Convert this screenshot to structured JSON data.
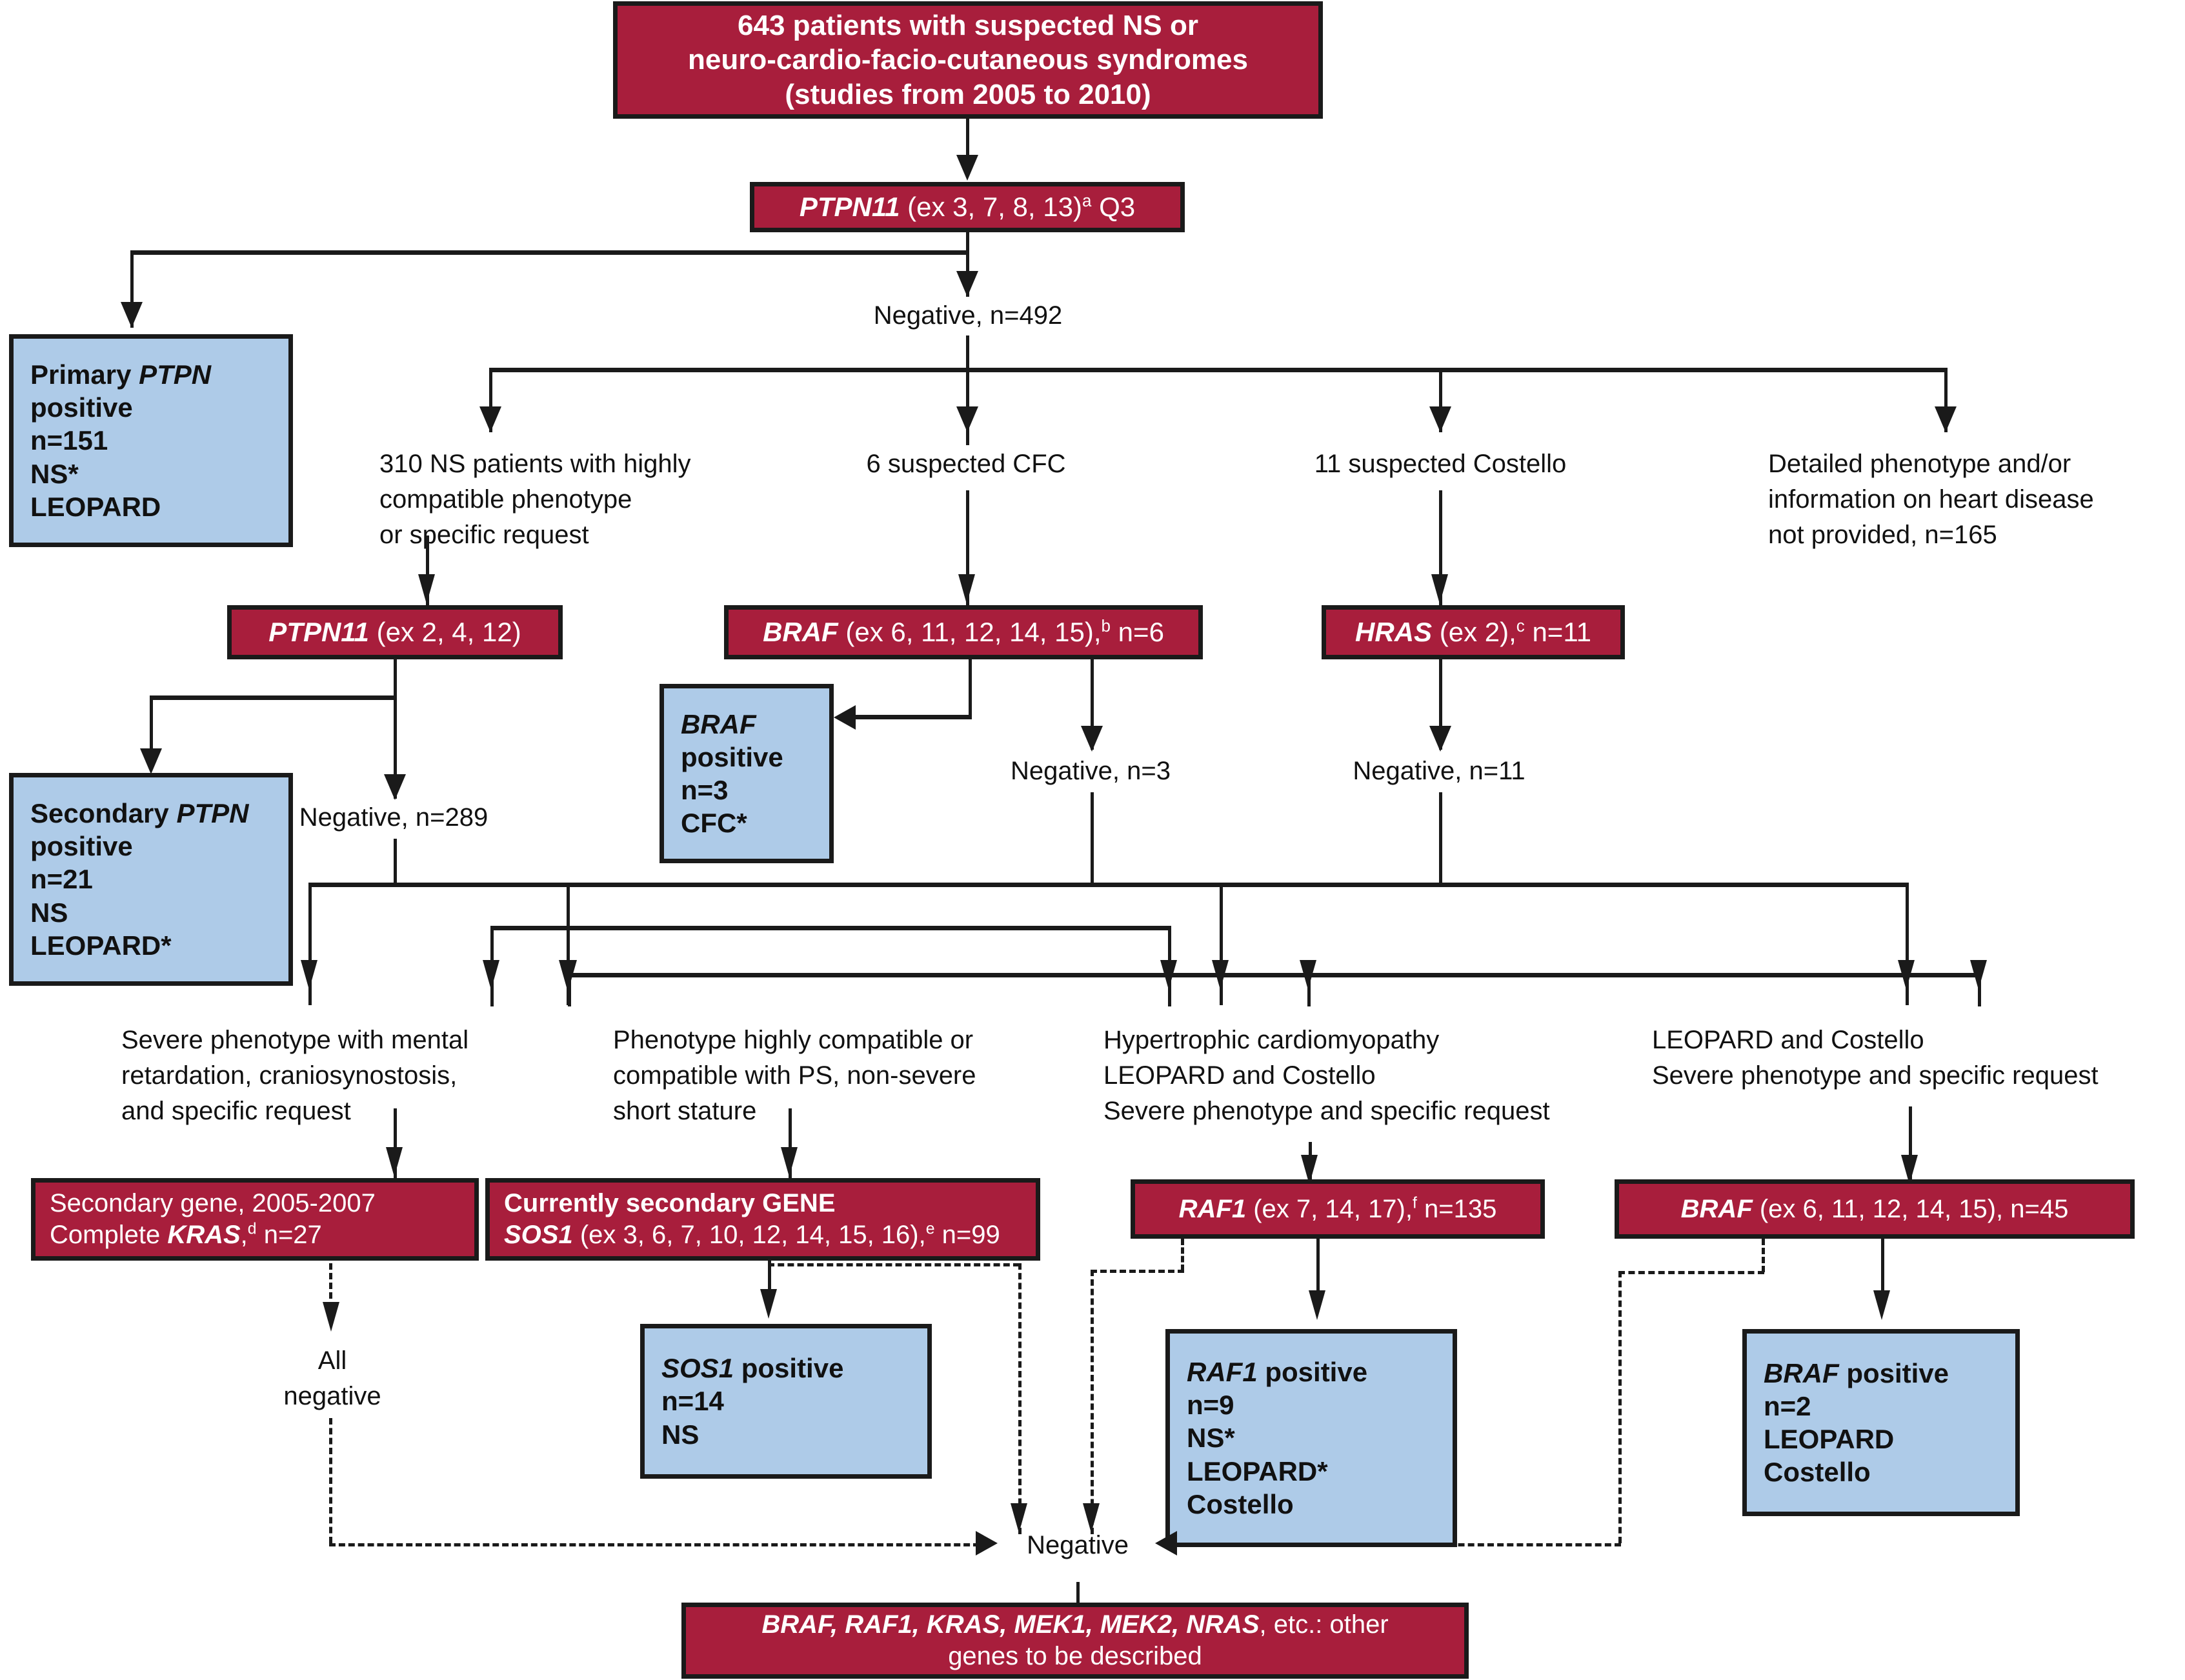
{
  "diagram": {
    "title": "Genetic testing algorithm for Noonan syndrome and related disorders",
    "colors": {
      "red_box": "#a81e3c",
      "blue_box": "#aecbe8",
      "border": "#1a1a1a",
      "text_on_red": "#ffffff",
      "text_on_blue": "#111111"
    }
  },
  "nodes": {
    "root": {
      "line1": "643 patients with suspected NS or",
      "line2": "neuro-cardio-facio-cutaneous syndromes",
      "line3": "(studies from 2005 to 2010)"
    },
    "ptpn11_q3": {
      "gene": "PTPN11",
      "detail": " (ex 3, 7, 8, 13)",
      "sup": "a",
      "tail": " Q3"
    },
    "primary_ptpn_positive": {
      "l1": "Primary PTPN",
      "l1_gene": "PTPN",
      "l1_prefix": "Primary ",
      "l2": "positive",
      "l3": "n=151",
      "l4": "NS*",
      "l5": "LEOPARD"
    },
    "ptpn11_ex2412": {
      "gene": "PTPN11",
      "detail": " (ex 2, 4, 12)"
    },
    "secondary_ptpn_positive": {
      "l1_prefix": "Secondary ",
      "l1_gene": "PTPN",
      "l2": "positive",
      "l3": "n=21",
      "l4": "NS",
      "l5": "LEOPARD*"
    },
    "braf_ex6": {
      "gene": "BRAF",
      "detail": " (ex 6, 11, 12, 14, 15),",
      "sup": "b",
      "tail": " n=6"
    },
    "braf_positive": {
      "l1": "BRAF",
      "l2": "positive",
      "l3": "n=3",
      "l4": "CFC*"
    },
    "hras_ex2": {
      "gene": "HRAS",
      "detail": " (ex 2),",
      "sup": "c",
      "tail": " n=11"
    },
    "secondary_gene_kras": {
      "l1": "Secondary gene, 2005-2007",
      "l2_prefix": "Complete ",
      "l2_gene": "KRAS",
      "l2_sup": "d",
      "l2_tail": " n=27"
    },
    "currently_secondary_sos1": {
      "l1": "Currently secondary GENE",
      "l2_gene": "SOS1",
      "l2_detail": " (ex 3, 6, 7, 10, 12, 14, 15, 16),",
      "l2_sup": "e",
      "l2_tail": " n=99"
    },
    "raf1_box": {
      "gene": "RAF1",
      "detail": " (ex 7, 14, 17),",
      "sup": "f",
      "tail": " n=135"
    },
    "braf_ex6_45": {
      "gene": "BRAF",
      "detail": " (ex 6, 11, 12, 14, 15), n=45"
    },
    "sos1_positive": {
      "l1_gene": "SOS1",
      "l1_tail": " positive",
      "l2": "n=14",
      "l3": "NS"
    },
    "raf1_positive": {
      "l1_gene": "RAF1",
      "l1_tail": " positive",
      "l2": "n=9",
      "l3": "NS*",
      "l4": "LEOPARD*",
      "l5": "Costello"
    },
    "braf_positive_2": {
      "l1_gene": "BRAF",
      "l1_tail": " positive",
      "l2": "n=2",
      "l3": "LEOPARD",
      "l4": "Costello"
    },
    "other_genes": {
      "l1_genes": "BRAF, RAF1, KRAS, MEK1, MEK2, NRAS",
      "l1_tail": ", etc.: other",
      "l2": "genes to be described"
    }
  },
  "labels": {
    "negative_492": "Negative, n=492",
    "branch_310": "310 NS patients with highly\ncompatible phenotype\nor specific request",
    "branch_6cfc": "6 suspected CFC",
    "branch_11costello": "11 suspected Costello",
    "branch_detailed": "Detailed phenotype and/or\ninformation on heart disease\nnot provided, n=165",
    "negative_289": "Negative, n=289",
    "negative_3": "Negative, n=3",
    "negative_11": "Negative, n=11",
    "crit_severe": "Severe  phenotype with mental\nretardation, craniosynostosis,\nand specific request",
    "crit_phenotype_ps": "Phenotype highly compatible or\ncompatible with PS, non-severe\nshort stature",
    "crit_hcm": "Hypertrophic cardiomyopathy\nLEOPARD and Costello\nSevere  phenotype and specific request",
    "crit_leopard": "LEOPARD and Costello\nSevere  phenotype and specific request",
    "all_negative": "All\nnegative",
    "negative_final": "Negative"
  }
}
